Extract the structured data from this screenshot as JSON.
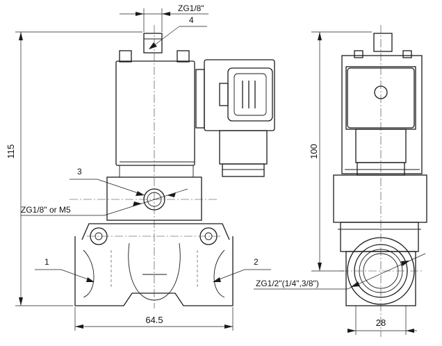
{
  "drawing": {
    "front_view": {
      "height_dim": "115",
      "width_dim": "64.5",
      "callouts": {
        "top_port": "ZG1/8\"",
        "pilot_port": "ZG1/8\" or M5",
        "item_1": "1",
        "item_2": "2",
        "item_3": "3",
        "item_4": "4"
      }
    },
    "side_view": {
      "height_dim": "100",
      "width_dim": "28",
      "port_size": "ZG1/2\"(1/4\",3/8\")"
    }
  }
}
